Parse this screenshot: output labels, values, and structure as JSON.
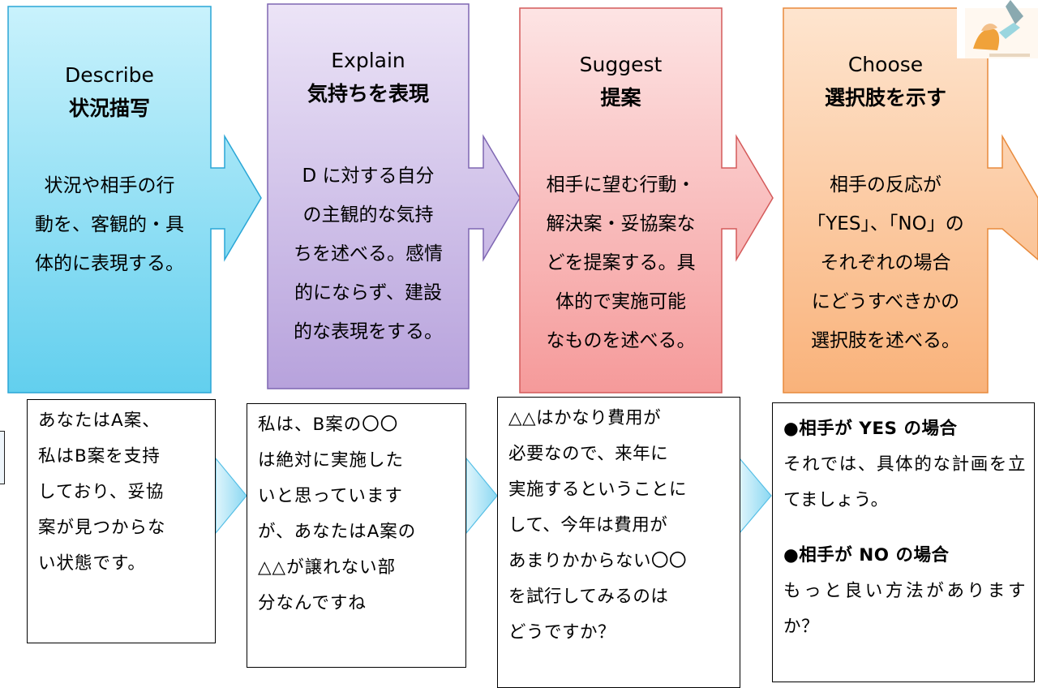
{
  "steps": [
    {
      "en": "Describe",
      "ja": "状況描写",
      "desc": [
        "状況や相手の行",
        "動を、客観的・具",
        "体的に表現する。"
      ]
    },
    {
      "en": "Explain",
      "ja": "気持ちを表現",
      "desc": [
        "D に対する自分",
        "の主観的な気持",
        "ちを述べる。感情",
        "的にならず、建設",
        "的な表現をする。"
      ]
    },
    {
      "en": "Suggest",
      "ja": "提案",
      "desc": [
        "相手に望む行動・",
        "解決案・妥協案な",
        "どを提案する。具",
        "体的で実施可能",
        "なものを述べる。"
      ]
    },
    {
      "en": "Choose",
      "ja": "選択肢を示す",
      "desc": [
        "相手の反応が",
        "「YES」、「NO」の",
        "それぞれの場合",
        "にどうすべきかの",
        "選択肢を述べる。"
      ]
    }
  ],
  "examples": [
    {
      "lines": [
        "あなたはA案、",
        "私はB案を支持",
        "しており、妥協",
        "案が見つからな",
        "い状態です。"
      ]
    },
    {
      "lines": [
        "私は、B案の〇〇",
        "は絶対に実施した",
        "いと思っています",
        "が、あなたはA案の",
        "△△が譲れない部",
        "分なんですね"
      ]
    },
    {
      "lines": [
        "△△はかなり費用が",
        "必要なので、来年に",
        "実施するということに",
        "して、今年は費用が",
        "あまりかからない〇〇",
        "を試行してみるのは",
        "どうですか？"
      ]
    },
    {
      "yes_head": "●相手が YES の場合",
      "yes_text": "それでは、具体的な計画を立てましょう。",
      "no_head": "●相手が NO の場合",
      "no_text": "もっと良い方法がありますか？"
    }
  ],
  "colors": {
    "describe": "#7fd8f2",
    "explain": "#c6b4e4",
    "suggest": "#f8a8a8",
    "choose": "#fbc190",
    "connector": "#9edff4"
  }
}
